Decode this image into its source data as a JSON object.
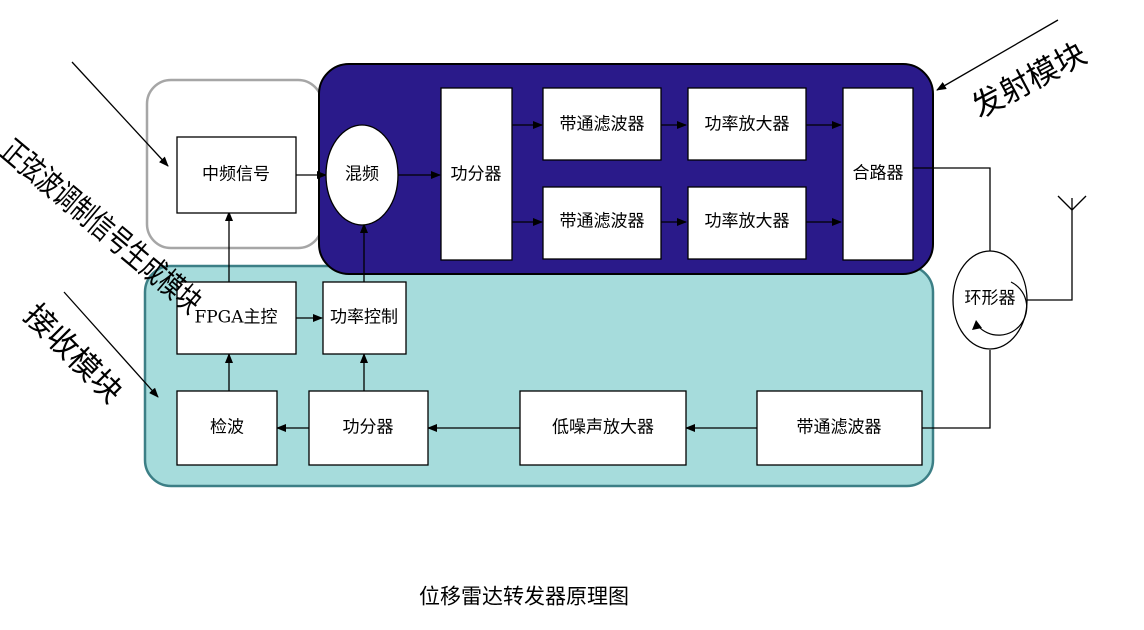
{
  "caption": "位移雷达转发器原理图",
  "regions": {
    "transmit": "发射模块",
    "signal_gen": "正弦波调制信号生成模块",
    "receive": "接收模块"
  },
  "blocks": {
    "if_signal": "中频信号",
    "mixer": "混频",
    "splitter_tx": "功分器",
    "bpf_tx_1": "带通滤波器",
    "pa_1": "功率放大器",
    "bpf_tx_2": "带通滤波器",
    "pa_2": "功率放大器",
    "combiner": "合路器",
    "circulator": "环形器",
    "fpga": "FPGA主控",
    "power_ctrl": "功率控制",
    "detector": "检波",
    "splitter_rx": "功分器",
    "lna": "低噪声放大器",
    "bpf_rx": "带通滤波器"
  },
  "colors": {
    "transmit_fill": "#2a1a8a",
    "receive_fill": "#a6dcdc",
    "receive_stroke": "#3c7f86",
    "signal_gen_stroke": "#a6a6a6"
  }
}
